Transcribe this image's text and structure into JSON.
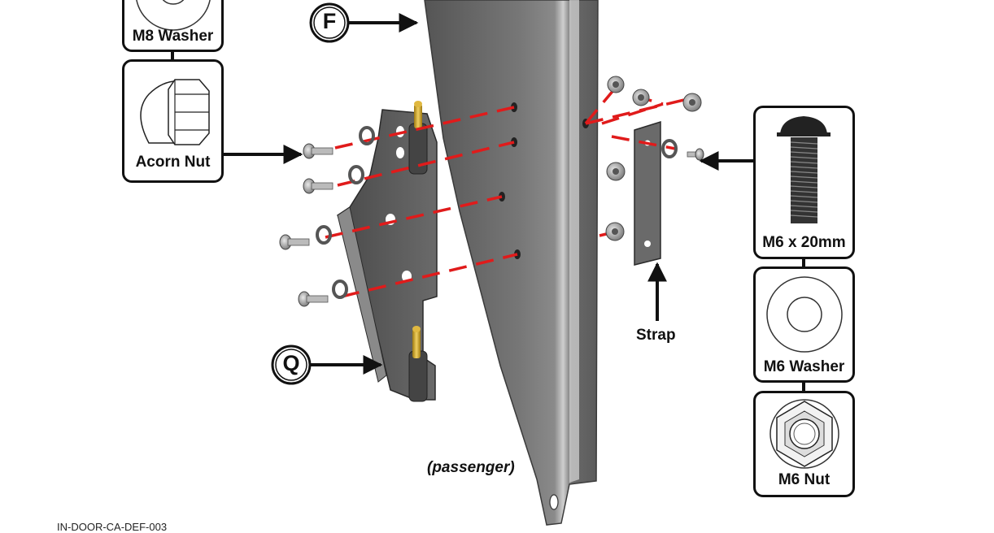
{
  "callouts": {
    "f": "F",
    "q": "Q"
  },
  "hardware": {
    "m8_washer": "M8 Washer",
    "acorn_nut": "Acorn Nut",
    "m6_bolt": "M6 x 20mm",
    "m6_washer": "M6 Washer",
    "m6_nut": "M6 Nut"
  },
  "labels": {
    "strap": "Strap",
    "passenger": "(passenger)"
  },
  "footer": {
    "doc_id": "IN-DOOR-CA-DEF-003"
  },
  "colors": {
    "panel": "#6f6f6f",
    "bracket": "#5c5c5c",
    "dash": "#e01b1b",
    "pin": "#d4a92c",
    "outline": "#111111"
  }
}
